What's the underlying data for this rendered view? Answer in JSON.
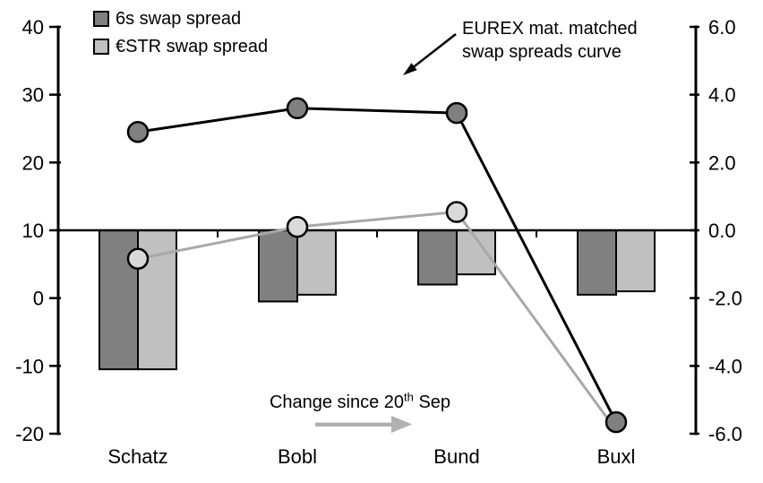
{
  "legend": {
    "items": [
      {
        "id": "6s",
        "label": "6s swap spread"
      },
      {
        "id": "estr",
        "label": "€STR swap spread"
      }
    ]
  },
  "annotations": {
    "curve_label_line1": "EUREX mat. matched",
    "curve_label_line2": "swap spreads curve",
    "change_prefix": "Change since 20",
    "change_sup": "th",
    "change_suffix": " Sep"
  },
  "chart_data": {
    "type": "combo-bar-line",
    "categories": [
      "Schatz",
      "Bobl",
      "Bund",
      "Buxl"
    ],
    "left_axis": {
      "min": -20,
      "max": 40,
      "tick_values": [
        40,
        30,
        20,
        10,
        0,
        -10,
        -20
      ],
      "tick_labels": [
        "40",
        "30",
        "20",
        "10",
        "0",
        "-10",
        "-20"
      ]
    },
    "right_axis": {
      "min": -6,
      "max": 6,
      "tick_values": [
        6,
        4,
        2,
        0,
        -2,
        -4,
        -6
      ],
      "tick_labels": [
        "6.0",
        "4.0",
        "2.0",
        "0.0",
        "-2.0",
        "-4.0",
        "-6.0"
      ]
    },
    "baseline": {
      "left_value": 10,
      "right_value": 0
    },
    "bar_series": [
      {
        "id": "6s",
        "name": "6s swap spread",
        "axis": "right",
        "color": "#808080",
        "values": [
          -4.1,
          -2.1,
          -1.6,
          -1.9
        ]
      },
      {
        "id": "estr",
        "name": "€STR swap spread",
        "axis": "right",
        "color": "#c0c0c0",
        "values": [
          -4.1,
          -1.9,
          -1.3,
          -1.8
        ]
      }
    ],
    "line_series": [
      {
        "id": "6s",
        "name": "6s swap spread curve (EUREX mat. matched)",
        "axis": "left",
        "color": "#000000",
        "marker_fill": "#808080",
        "values": [
          24.5,
          28.0,
          27.3,
          -18.3
        ],
        "markers": [
          true,
          true,
          true,
          true
        ]
      },
      {
        "id": "estr",
        "name": "€STR swap spread curve (EUREX mat. matched)",
        "axis": "left",
        "color": "#a8a8a8",
        "marker_fill": "#d9d9d9",
        "values": [
          5.8,
          10.5,
          12.7,
          -19.5
        ],
        "markers": [
          true,
          true,
          true,
          false
        ]
      }
    ],
    "annotation_arrow_color": "#000000",
    "change_arrow_color": "#b0b0b0",
    "legend_position": "top-left",
    "grid": false
  }
}
